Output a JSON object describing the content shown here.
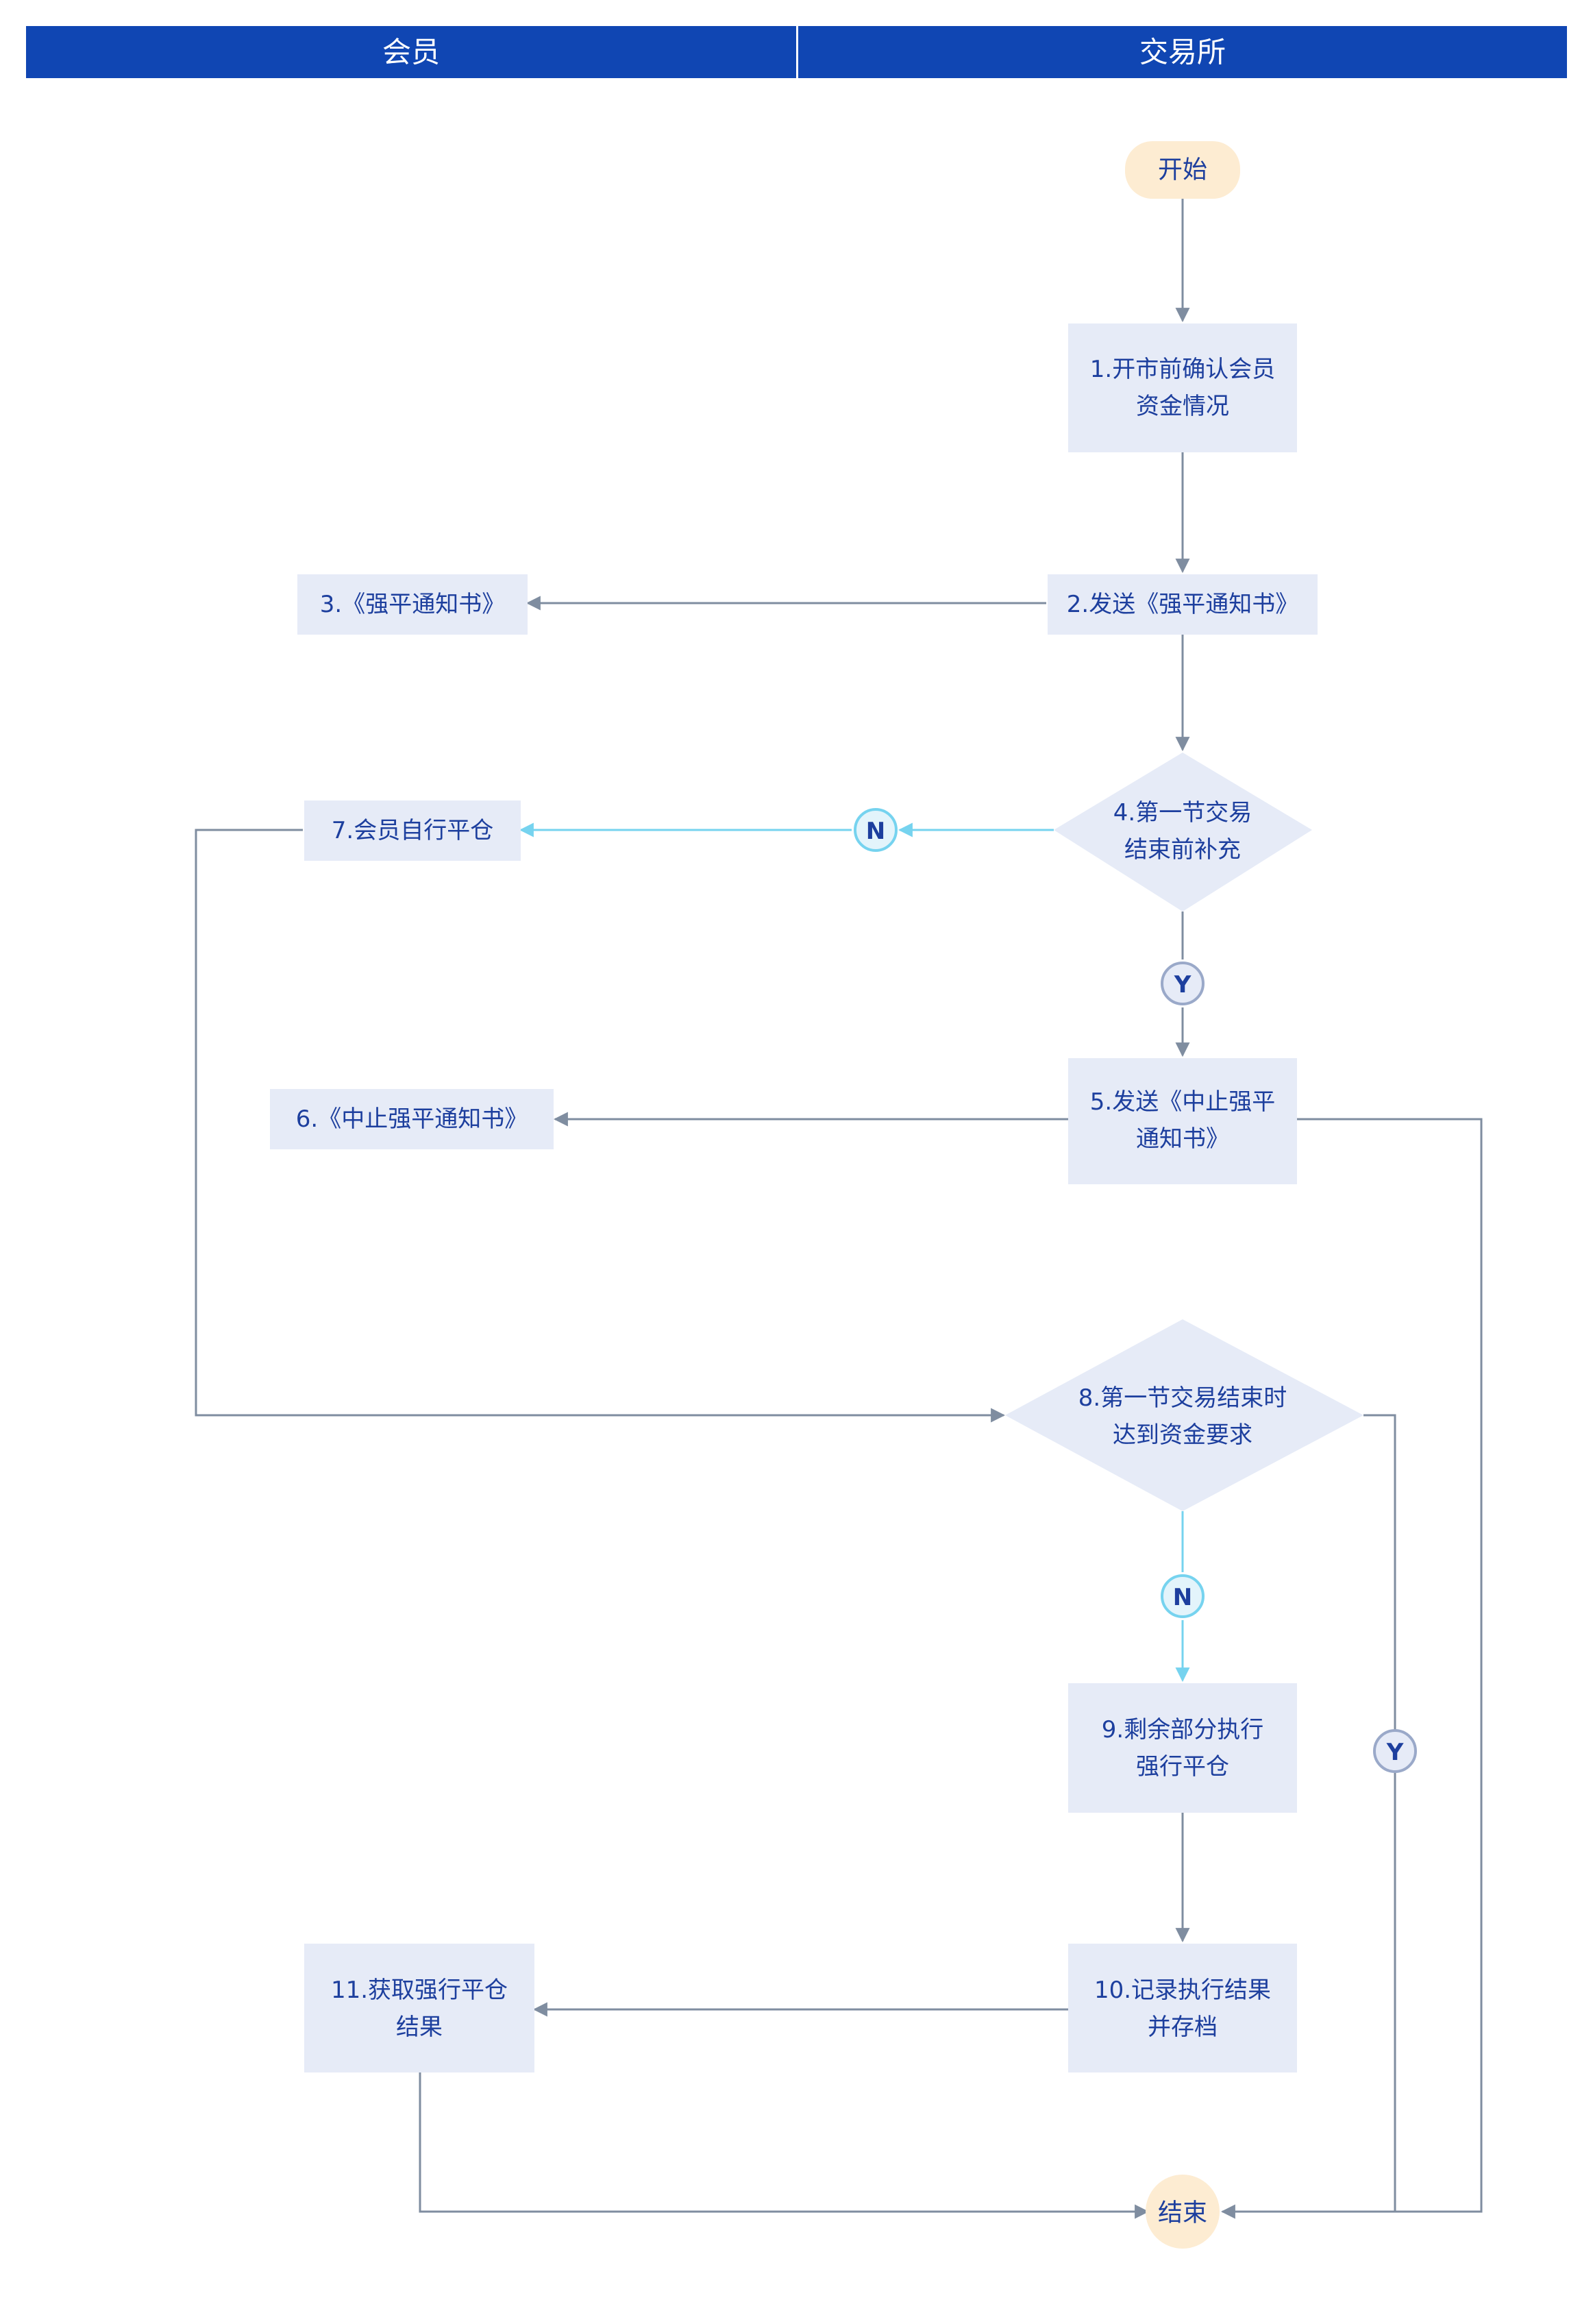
{
  "lanes": [
    "会员",
    "交易所"
  ],
  "nodes": {
    "start": "开始",
    "n1": [
      "1.开市前确认会员",
      "资金情况"
    ],
    "n2": "2.发送《强平通知书》",
    "n3": "3.《强平通知书》",
    "n4": [
      "4.第一节交易",
      "结束前补充"
    ],
    "n5": [
      "5.发送《中止强平",
      "通知书》"
    ],
    "n6": "6.《中止强平通知书》",
    "n7": "7.会员自行平仓",
    "n8": [
      "8.第一节交易结束时",
      "达到资金要求"
    ],
    "n9": [
      "9.剩余部分执行",
      "强行平仓"
    ],
    "n10": [
      "10.记录执行结果",
      "并存档"
    ],
    "n11": [
      "11.获取强行平仓",
      "结果"
    ],
    "end": "结束"
  },
  "badges": {
    "n4_no": "N",
    "n4_yes": "Y",
    "n8_no": "N",
    "n8_yes": "Y"
  },
  "colors": {
    "lane_header": "#1046b3",
    "process_fill": "#e6ebf7",
    "terminal_fill": "#fdecd2",
    "text": "#1d3f9e",
    "edge": "#7f8da0",
    "edge_highlight": "#76d3ef"
  }
}
